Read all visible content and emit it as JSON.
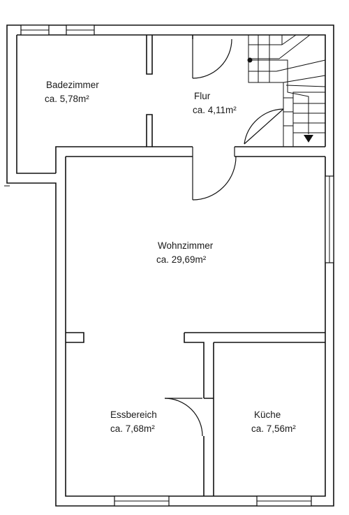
{
  "rooms": [
    {
      "id": "badezimmer",
      "name": "Badezimmer",
      "area": "ca. 5,78m²"
    },
    {
      "id": "flur",
      "name": "Flur",
      "area": "ca. 4,11m²"
    },
    {
      "id": "wohnzimmer",
      "name": "Wohnzimmer",
      "area": "ca. 29,69m²"
    },
    {
      "id": "essbereich",
      "name": "Essbereich",
      "area": "ca. 7,68m²"
    },
    {
      "id": "kueche",
      "name": "Küche",
      "area": "ca. 7,56m²"
    }
  ]
}
